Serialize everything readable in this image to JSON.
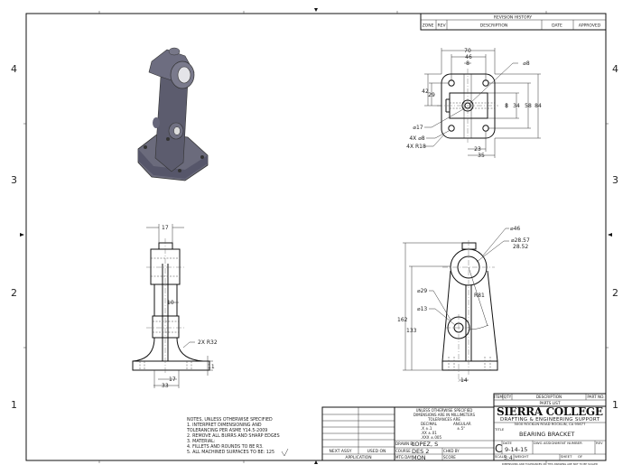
{
  "zones": {
    "left": [
      "4",
      "3",
      "2",
      "1"
    ],
    "right": [
      "4",
      "3",
      "2",
      "1"
    ]
  },
  "revision_history": {
    "title": "REVISION HISTORY",
    "columns": [
      "ZONE",
      "REV",
      "DESCRIPTION",
      "DATE",
      "APPROVED"
    ]
  },
  "top_view": {
    "dims": [
      "70",
      "46",
      "8",
      "⌀8",
      "42",
      "29",
      "8",
      "34",
      "58",
      "84",
      "⌀17",
      "4X ⌀8",
      "4X R18",
      "23",
      "35"
    ]
  },
  "front_view": {
    "dims": [
      "⌀46",
      "⌀28.57",
      "28.52",
      "R81",
      "⌀29",
      "⌀13",
      "162",
      "133",
      "14"
    ]
  },
  "side_view": {
    "dims": [
      "17",
      "10",
      "2X R32",
      "11",
      "17",
      "33"
    ]
  },
  "notes": [
    "NOTES, UNLESS OTHERWISE SPECIFIED",
    "1. INTERPRET DIMENSIONING AND",
    "TOLERANCING PER ASME Y14.5-2009",
    "2. REMOVE ALL BURRS AND SHARP EDGES",
    "3. MATERIAL:",
    "4. FILLETS AND ROUNDS TO BE R3.",
    "5. ALL MACHINED SURFACES TO BE: 125"
  ],
  "application": {
    "next_assy": "NEXT ASSY",
    "used_on": "USED ON",
    "label": "APPLICATION"
  },
  "tolerances": {
    "lines": [
      "UNLESS OTHERWISE SPECIFIED",
      "DIMENSIONS ARE IN MILLIMETERS",
      "TOLERANCES ARE"
    ],
    "decimal_label": "DECIMAL",
    "angular_label": "ANGULAR",
    "decimal": [
      ".X  ±.1",
      ".XX  ±.01",
      ".XXX  ±.005"
    ],
    "angular": "±.5°"
  },
  "drawn_by": {
    "label": "DRAWN BY",
    "value": "LOPEZ, S"
  },
  "course": {
    "label": "COURSE",
    "value": "DES 2"
  },
  "mtg_day": {
    "label": "MTG DAY",
    "value": "MON"
  },
  "chkd_by": {
    "label": "CHKD BY"
  },
  "score": {
    "label": "SCORE"
  },
  "parts_list": {
    "columns": [
      "ITEM",
      "QTY",
      "DESCRIPTION",
      "PART NO."
    ],
    "title": "PARTS LIST"
  },
  "title_block": {
    "school": "SIERRA COLLEGE",
    "dept": "DRAFTING & ENGINEERING SUPPORT",
    "address": "5000 ROCKLIN ROAD ROCKLIN, CA 95677",
    "title_label": "TITLE",
    "title": "BEARING BRACKET",
    "size": "C",
    "date_label": "DATE",
    "date": "9-14-15",
    "dwg_label": "DWG ASSIGNMENT NUMBER",
    "rev_label": "REV",
    "scale_label": "SCALE",
    "scale": "3:4",
    "weight_label": "WEIGHT",
    "sheet_label": "SHEET",
    "of_label": "OF"
  },
  "footer_note": "DIMENSIONS AND TOLERANCES ON THIS DRAWING ARE NOT TO BE SCALED"
}
